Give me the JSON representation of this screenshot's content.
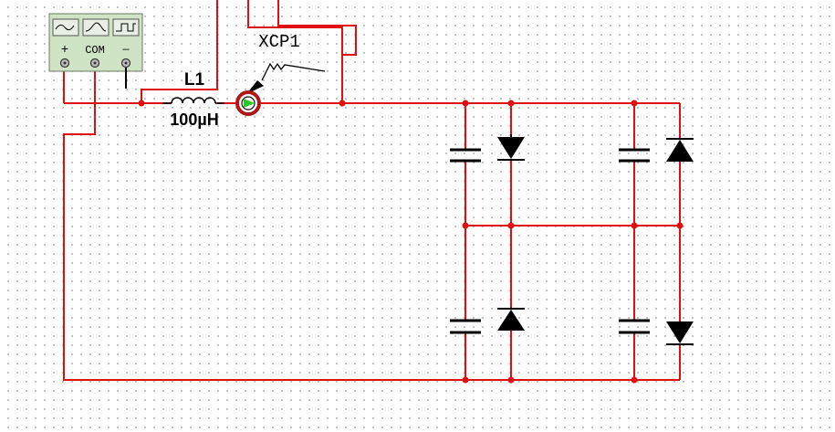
{
  "components": {
    "inductor": {
      "ref": "L1",
      "value": "100µH"
    },
    "probe": {
      "ref": "XCP1"
    },
    "generator": {
      "plus": "+",
      "com": "COM",
      "minus": "—"
    }
  },
  "colors": {
    "wire": "#e01010",
    "component": "#000000",
    "generator_body": "#cfe3c5",
    "probe_ring": "#b01818",
    "probe_arrow": "#22cc22"
  },
  "icons": [
    "sine-wave-icon",
    "triangle-wave-icon",
    "square-wave-icon"
  ]
}
